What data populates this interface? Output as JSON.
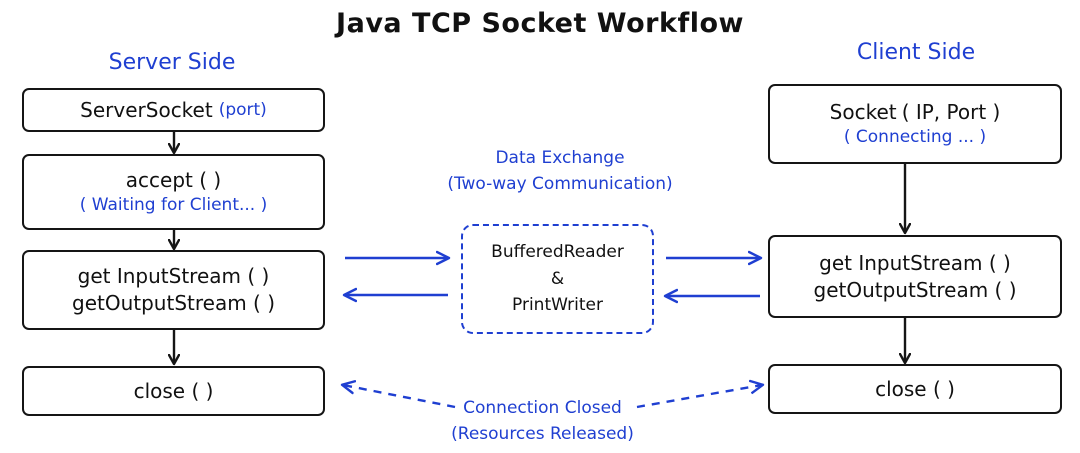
{
  "title": "Java TCP Socket Workflow",
  "server": {
    "label": "Server Side",
    "server_socket": {
      "name": "ServerSocket",
      "param": "(port)"
    },
    "accept": {
      "name": "accept ( )",
      "note": "( Waiting for Client... )"
    },
    "streams": {
      "line1": "get InputStream ( )",
      "line2": "getOutputStream ( )"
    },
    "close": "close ( )"
  },
  "client": {
    "label": "Client Side",
    "socket": {
      "name": "Socket",
      "param": "( IP, Port )",
      "note": "( Connecting ... )"
    },
    "streams": {
      "line1": "get InputStream ( )",
      "line2": "getOutputStream ( )"
    },
    "close": "close ( )"
  },
  "exchange": {
    "title": "Data Exchange",
    "subtitle": "(Two-way Communication)",
    "line1": "BufferedReader",
    "line2": "&",
    "line3": "PrintWriter"
  },
  "closed": {
    "line1": "Connection Closed",
    "line2": "(Resources Released)"
  },
  "colors": {
    "ink": "#111111",
    "accent_blue": "#1f3fd1"
  }
}
